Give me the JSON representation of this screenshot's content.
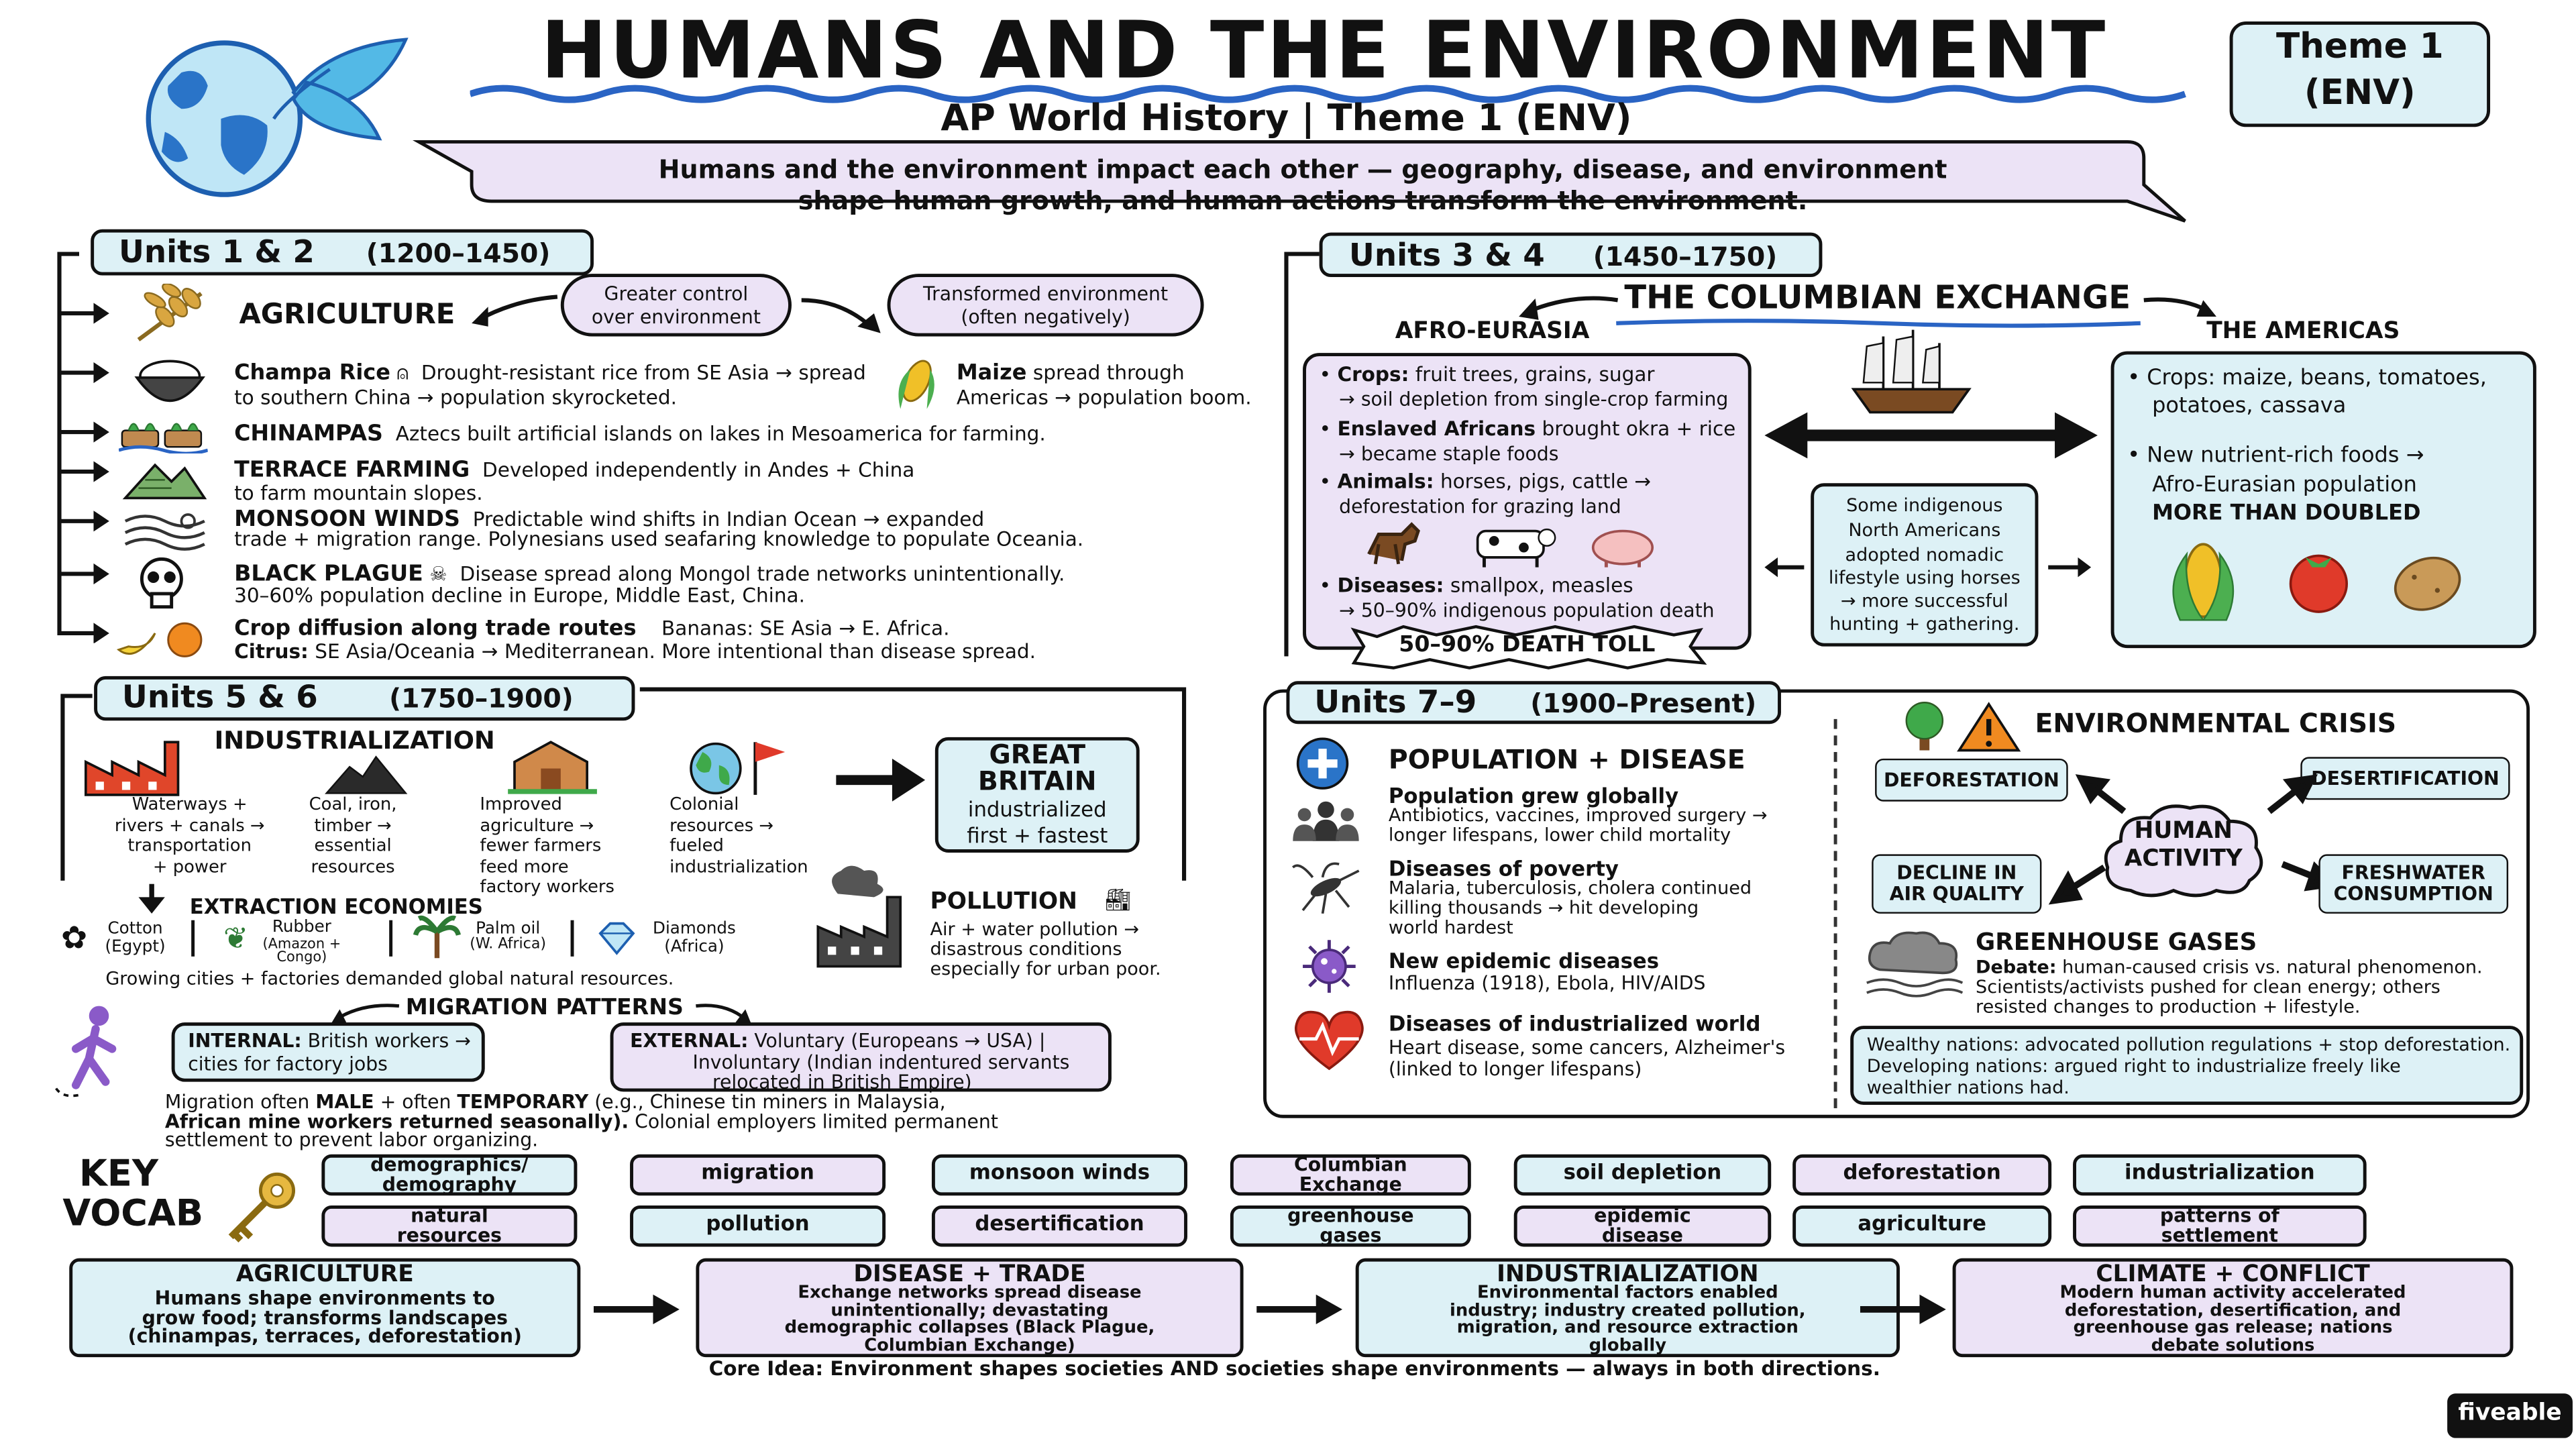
{
  "header": {
    "title": "HUMANS AND THE ENVIRONMENT",
    "subtitle": "AP World History | Theme 1 (ENV)",
    "badge_line1": "Theme 1",
    "badge_line2": "(ENV)",
    "intro_line1": "Humans and the environment impact each other — geography, disease, and environment",
    "intro_line2": "shape human growth, and human actions transform the environment."
  },
  "u12": {
    "title": "Units 1 & 2",
    "dates": "(1200–1450)",
    "agriculture": "AGRICULTURE",
    "bubble1_l1": "Greater control",
    "bubble1_l2": "over environment",
    "bubble2_l1": "Transformed environment",
    "bubble2_l2": "(often negatively)",
    "champa_title": "Champa Rice",
    "champa_l1": "Drought-resistant rice from SE Asia → spread",
    "champa_l2": "to southern China → population skyrocketed.",
    "maize_title": "Maize",
    "maize_l1": "spread through",
    "maize_l2": "Americas → population boom.",
    "chinampas_title": "CHINAMPAS",
    "chinampas_text": "Aztecs built artificial islands on lakes in Mesoamerica for farming.",
    "terrace_title": "TERRACE FARMING",
    "terrace_l1": "Developed independently in Andes + China",
    "terrace_l2": "to farm mountain slopes.",
    "monsoon_title": "MONSOON WINDS",
    "monsoon_l1": "Predictable wind shifts in Indian Ocean → expanded",
    "monsoon_l2": "trade + migration range.  Polynesians used seafaring knowledge to populate Oceania.",
    "plague_title": "BLACK PLAGUE",
    "plague_l1": "Disease spread along Mongol trade networks unintentionally.",
    "plague_l2": "30–60% population decline in Europe, Middle East, China.",
    "crop_title": "Crop diffusion along trade routes",
    "crop_l1": "Bananas: SE Asia → E. Africa.",
    "crop_l2a": "Citrus:",
    "crop_l2b": "SE Asia/Oceania → Mediterranean.  More intentional than disease spread."
  },
  "u34": {
    "title": "Units 3 & 4",
    "dates": "(1450–1750)",
    "exchange": "THE COLUMBIAN EXCHANGE",
    "afro": "AFRO-EURASIA",
    "americas": "THE AMERICAS",
    "crops_h": "Crops:",
    "crops_t": "fruit trees, grains, sugar",
    "crops_l2": "→ soil depletion from single-crop farming",
    "ens_h": "Enslaved Africans",
    "ens_t": "brought okra + rice",
    "ens_l2": "→ became staple foods",
    "anim_h": "Animals:",
    "anim_t": "horses, pigs, cattle →",
    "anim_l2": "deforestation for grazing land",
    "dis_h": "Diseases:",
    "dis_t": "smallpox, measles",
    "dis_l2": "→ 50–90% indigenous population death",
    "death_toll": "50–90% DEATH TOLL",
    "nomad_l1": "Some indigenous",
    "nomad_l2": "North Americans",
    "nomad_l3": "adopted nomadic",
    "nomad_l4": "lifestyle using horses",
    "nomad_l5": "→ more successful",
    "nomad_l6": "hunting + gathering.",
    "am_crops_l1": "Crops: maize, beans, tomatoes,",
    "am_crops_l2": "potatoes, cassava",
    "am_new_l1": "New nutrient-rich foods →",
    "am_new_l2": "Afro-Eurasian population",
    "am_new_l3": "MORE THAN DOUBLED"
  },
  "u56": {
    "title": "Units 5 & 6",
    "dates": "(1750–1900)",
    "industrialization": "INDUSTRIALIZATION",
    "f1": [
      "Waterways +",
      "rivers + canals →",
      "transportation",
      "+ power"
    ],
    "f2": [
      "Coal, iron,",
      "timber →",
      "essential",
      "resources"
    ],
    "f3": [
      "Improved",
      "agriculture →",
      "fewer farmers",
      "feed more",
      "factory workers"
    ],
    "f4": [
      "Colonial",
      "resources →",
      "fueled",
      "industrialization"
    ],
    "gb_l1": "GREAT",
    "gb_l2": "BRITAIN",
    "gb_l3": "industrialized",
    "gb_l4": "first + fastest",
    "extraction": "EXTRACTION ECONOMIES",
    "e1a": "Cotton",
    "e1b": "(Egypt)",
    "e2a": "Rubber",
    "e2b": "(Amazon +",
    "e2c": "Congo)",
    "e3a": "Palm oil",
    "e3b": "(W. Africa)",
    "e4a": "Diamonds",
    "e4b": "(Africa)",
    "growing": "Growing cities + factories demanded global natural resources.",
    "pollution": "POLLUTION",
    "poll_l1": "Air + water pollution →",
    "poll_l2": "disastrous conditions",
    "poll_l3": "especially for urban poor.",
    "migration": "MIGRATION PATTERNS",
    "int_h": "INTERNAL:",
    "int_t": "British workers →",
    "int_l2": "cities for factory jobs",
    "ext_h": "EXTERNAL:",
    "ext_t": "Voluntary (Europeans → USA) |",
    "ext_l2": "Involuntary (Indian indentured servants",
    "ext_l3": "relocated in British Empire)",
    "mig_l1a": "Migration often",
    "mig_l1b": "MALE",
    "mig_l1c": "+ often",
    "mig_l1d": "TEMPORARY",
    "mig_l1e": "(e.g., Chinese tin miners in Malaysia,",
    "mig_l2a": "African mine workers returned seasonally).",
    "mig_l2b": "Colonial employers limited permanent",
    "mig_l3": "settlement to prevent labor organizing."
  },
  "u79": {
    "title": "Units 7–9",
    "dates": "(1900–Present)",
    "pop": "POPULATION + DISEASE",
    "g1_h": "Population grew globally",
    "g1_l1": "Antibiotics, vaccines, improved surgery →",
    "g1_l2": "longer lifespans, lower child mortality",
    "g2_h": "Diseases of poverty",
    "g2_l1": "Malaria, tuberculosis, cholera continued",
    "g2_l2": "killing thousands → hit developing",
    "g2_l3": "world hardest",
    "g3_h": "New epidemic diseases",
    "g3_l1": "Influenza (1918), Ebola, HIV/AIDS",
    "g4_h": "Diseases of industrialized world",
    "g4_l1": "Heart disease, some cancers, Alzheimer's",
    "g4_l2": "(linked to longer lifespans)",
    "crisis": "ENVIRONMENTAL CRISIS",
    "defo": "DEFORESTATION",
    "desert": "DESERTIFICATION",
    "human_l1": "HUMAN",
    "human_l2": "ACTIVITY",
    "air_l1": "DECLINE IN",
    "air_l2": "AIR QUALITY",
    "fresh_l1": "FRESHWATER",
    "fresh_l2": "CONSUMPTION",
    "ghg": "GREENHOUSE GASES",
    "ghg_l1a": "Debate:",
    "ghg_l1b": "human-caused crisis vs. natural phenomenon.",
    "ghg_l2": "Scientists/activists pushed for clean energy; others",
    "ghg_l3": "resisted changes to production + lifestyle.",
    "wealth_l1": "Wealthy nations: advocated pollution regulations + stop deforestation.",
    "wealth_l2": "Developing nations: argued right to industrialize freely like",
    "wealth_l3": "wealthier nations had."
  },
  "vocab": {
    "label_l1": "KEY",
    "label_l2": "VOCAB",
    "items": [
      [
        "demographics/",
        "demography"
      ],
      [
        "migration"
      ],
      [
        "monsoon winds"
      ],
      [
        "Columbian",
        "Exchange"
      ],
      [
        "soil depletion"
      ],
      [
        "deforestation"
      ],
      [
        "industrialization"
      ],
      [
        "natural",
        "resources"
      ],
      [
        "pollution"
      ],
      [
        "desertification"
      ],
      [
        "greenhouse",
        "gases"
      ],
      [
        "epidemic",
        "disease"
      ],
      [
        "agriculture"
      ],
      [
        "patterns of",
        "settlement"
      ]
    ]
  },
  "flow": [
    {
      "title": "AGRICULTURE",
      "lines": [
        "Humans shape environments to",
        "grow food; transforms landscapes",
        "(chinampas, terraces, deforestation)"
      ]
    },
    {
      "title": "DISEASE + TRADE",
      "lines": [
        "Exchange networks spread disease",
        "unintentionally; devastating",
        "demographic collapses (Black Plague,",
        "Columbian Exchange)"
      ]
    },
    {
      "title": "INDUSTRIALIZATION",
      "lines": [
        "Environmental factors enabled",
        "industry; industry created pollution,",
        "migration, and resource extraction",
        "globally"
      ]
    },
    {
      "title": "CLIMATE + CONFLICT",
      "lines": [
        "Modern human activity accelerated",
        "deforestation, desertification, and",
        "greenhouse gas release; nations",
        "debate solutions"
      ]
    }
  ],
  "core_idea": "Core Idea: Environment shapes societies AND societies shape environments — always in both directions.",
  "brand": "fiveable",
  "colors": {
    "lavender": "#ece3f6",
    "blue": "#ddf1f6",
    "wave": "#2a64c4",
    "red": "#d43a2a"
  }
}
